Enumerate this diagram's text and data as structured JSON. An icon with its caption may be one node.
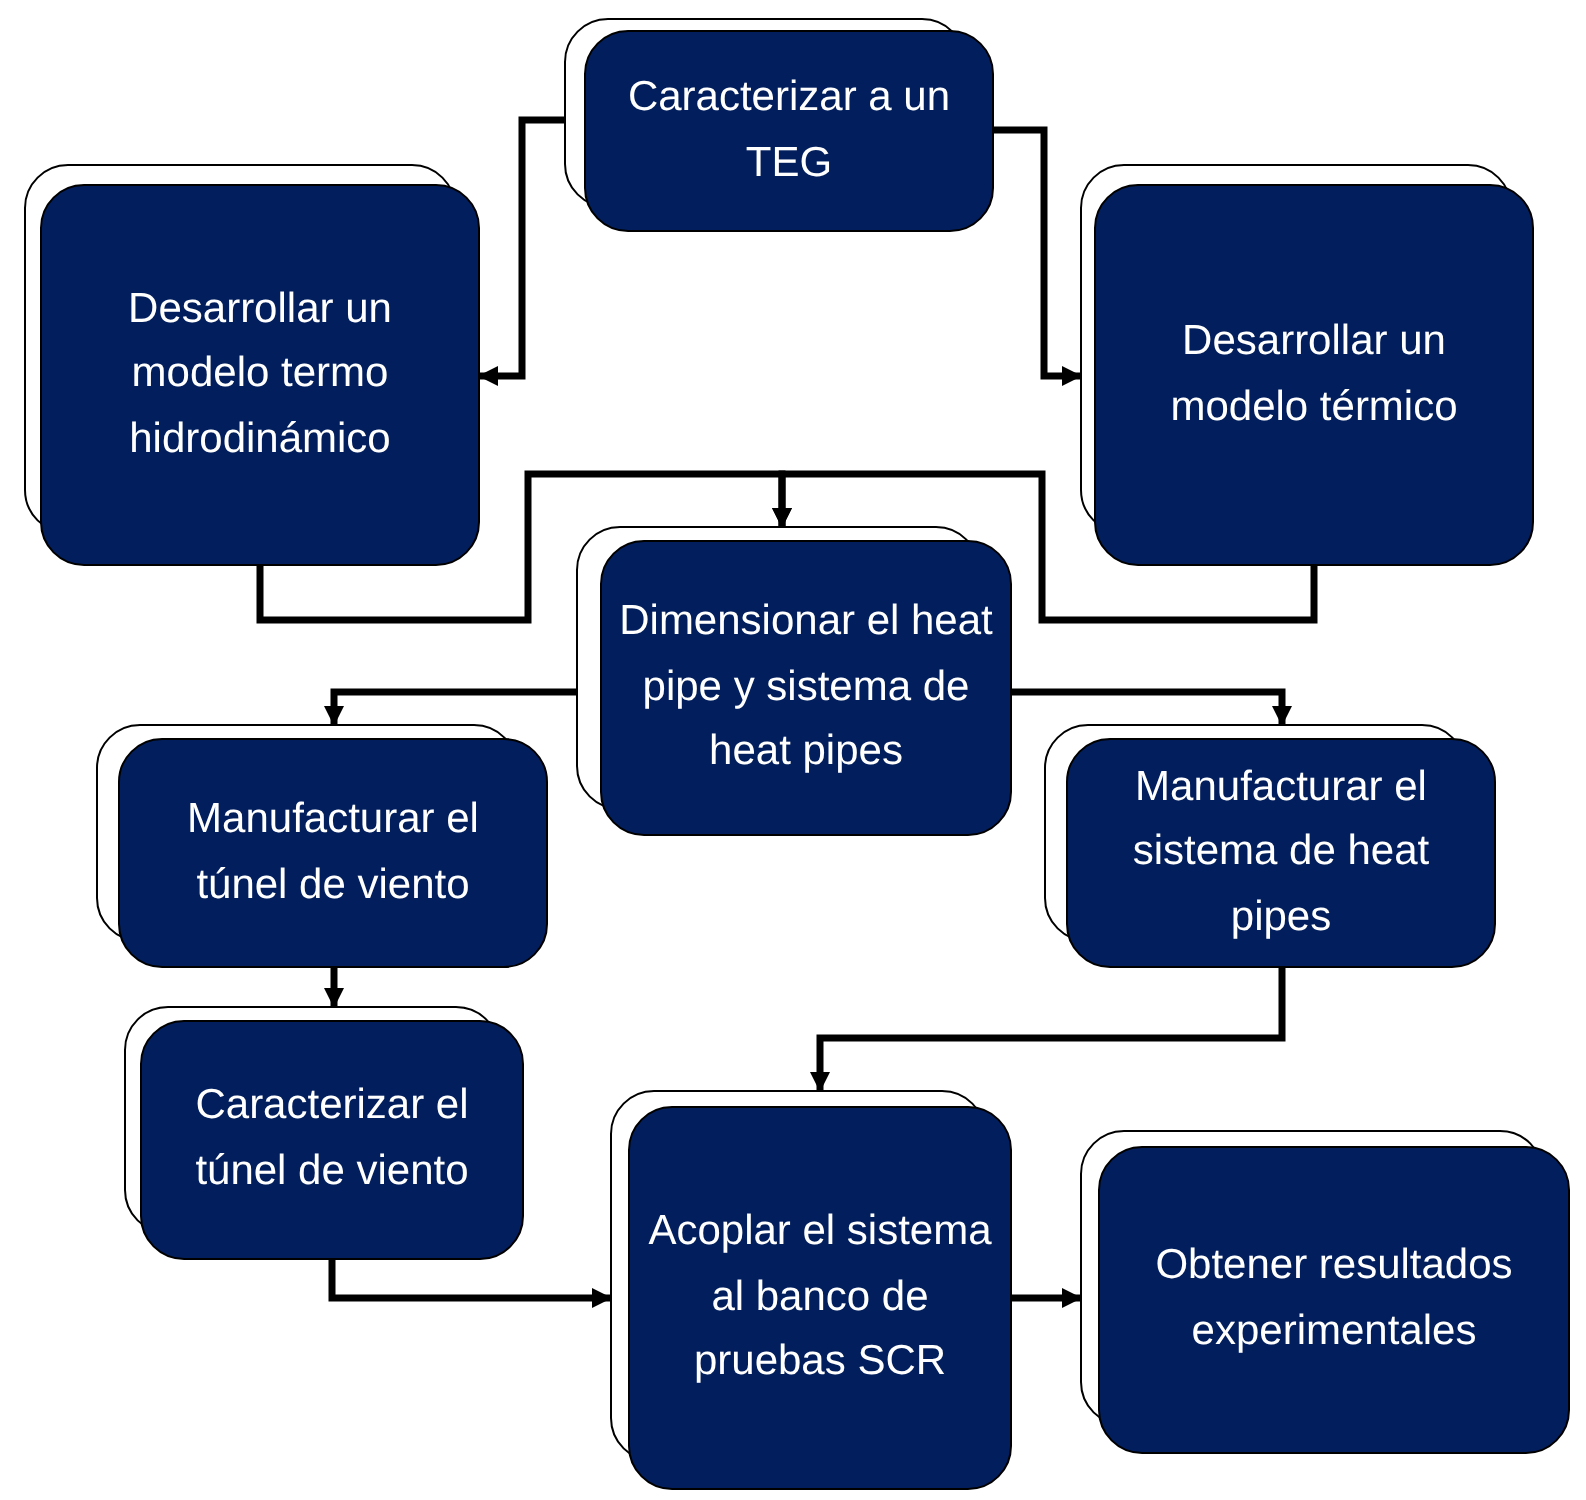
{
  "diagram": {
    "nodes": [
      {
        "text": [
          "Caracterizar a un TEG"
        ]
      },
      {
        "text": [
          "Desarrollar un modelo termo hidrodinámico"
        ]
      },
      {
        "text": [
          "Desarrollar un modelo térmico"
        ]
      },
      {
        "text": [
          "Dimensionar el heat pipe y sistema de heat pipes"
        ]
      },
      {
        "text": [
          "Manufacturar el túnel de viento"
        ]
      },
      {
        "text": [
          "Manufacturar el sistema de heat pipes"
        ]
      },
      {
        "text": [
          "Caracterizar el túnel de viento"
        ]
      },
      {
        "text": [
          "Acoplar el sistema al banco de pruebas SCR"
        ]
      },
      {
        "text": [
          "Obtener resultados experimentales"
        ]
      }
    ],
    "edges": [
      {
        "from": 0,
        "to": 1,
        "arrow": "to"
      },
      {
        "from": 0,
        "to": 2,
        "arrow": "to"
      },
      {
        "from": 1,
        "to": 3,
        "arrow": "to"
      },
      {
        "from": 2,
        "to": 3,
        "arrow": "to"
      },
      {
        "from": 3,
        "to": 4,
        "arrow": "to"
      },
      {
        "from": 3,
        "to": 5,
        "arrow": "to"
      },
      {
        "from": 4,
        "to": 6,
        "arrow": "to"
      },
      {
        "from": 5,
        "to": 7,
        "arrow": "to"
      },
      {
        "from": 6,
        "to": 7,
        "arrow": "to"
      },
      {
        "from": 7,
        "to": 8,
        "arrow": "to"
      }
    ]
  }
}
